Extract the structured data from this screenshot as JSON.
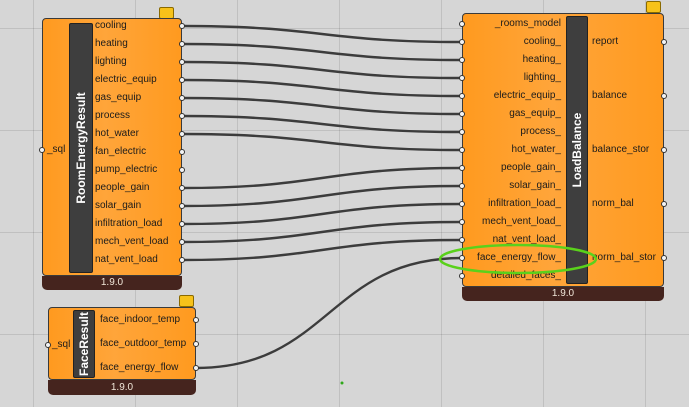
{
  "components": {
    "room_energy_result": {
      "title": "RoomEnergyResult",
      "version": "1.9.0",
      "input": "_sql",
      "outputs": [
        "cooling",
        "heating",
        "lighting",
        "electric_equip",
        "gas_equip",
        "process",
        "hot_water",
        "fan_electric",
        "pump_electric",
        "people_gain",
        "solar_gain",
        "infiltration_load",
        "mech_vent_load",
        "nat_vent_load"
      ]
    },
    "face_result": {
      "title": "FaceResult",
      "version": "1.9.0",
      "input": "_sql",
      "outputs": [
        "face_indoor_temp",
        "face_outdoor_temp",
        "face_energy_flow"
      ]
    },
    "load_balance": {
      "title": "LoadBalance",
      "version": "1.9.0",
      "inputs": [
        "_rooms_model",
        "cooling_",
        "heating_",
        "lighting_",
        "electric_equip_",
        "gas_equip_",
        "process_",
        "hot_water_",
        "people_gain_",
        "solar_gain_",
        "infiltration_load_",
        "mech_vent_load_",
        "nat_vent_load_",
        "face_energy_flow_",
        "detailed_faces_"
      ],
      "outputs": [
        "report",
        "balance",
        "balance_stor",
        "norm_bal",
        "norm_bal_stor"
      ]
    }
  },
  "highlight": {
    "label": "face_energy_flow_",
    "color": "#5ad11b"
  },
  "colors": {
    "component": "#ff9a1f",
    "strip": "#3e3e3e",
    "footer": "#45241e",
    "wire": "#3c3c3c"
  }
}
